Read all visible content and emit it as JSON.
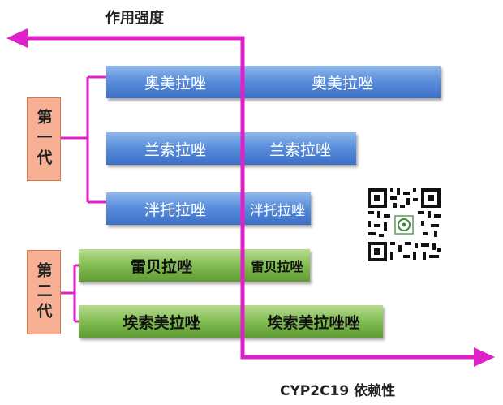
{
  "axis": {
    "y_label": "作用强度",
    "x_label": "CYP2C19 依赖性"
  },
  "generations": [
    {
      "label": "第一代"
    },
    {
      "label": "第二代"
    }
  ],
  "drugs": [
    {
      "left_label": "奥美拉唑",
      "right_label": "奥美拉唑",
      "color": "blue"
    },
    {
      "left_label": "兰索拉唑",
      "right_label": "兰索拉唑",
      "color": "blue"
    },
    {
      "left_label": "泮托拉唑",
      "right_label": "泮托拉唑",
      "color": "blue"
    },
    {
      "left_label": "雷贝拉唑",
      "right_label": "雷贝拉唑",
      "color": "green"
    },
    {
      "left_label": "埃索美拉唑",
      "right_label": "埃索美拉唑唑",
      "color": "green"
    }
  ],
  "colors": {
    "arrow": "#e020c8",
    "first_gen": "#4a7fd4",
    "second_gen": "#72b043",
    "gen_box": "#f7b093"
  },
  "icons": [
    "qr-code-icon"
  ]
}
